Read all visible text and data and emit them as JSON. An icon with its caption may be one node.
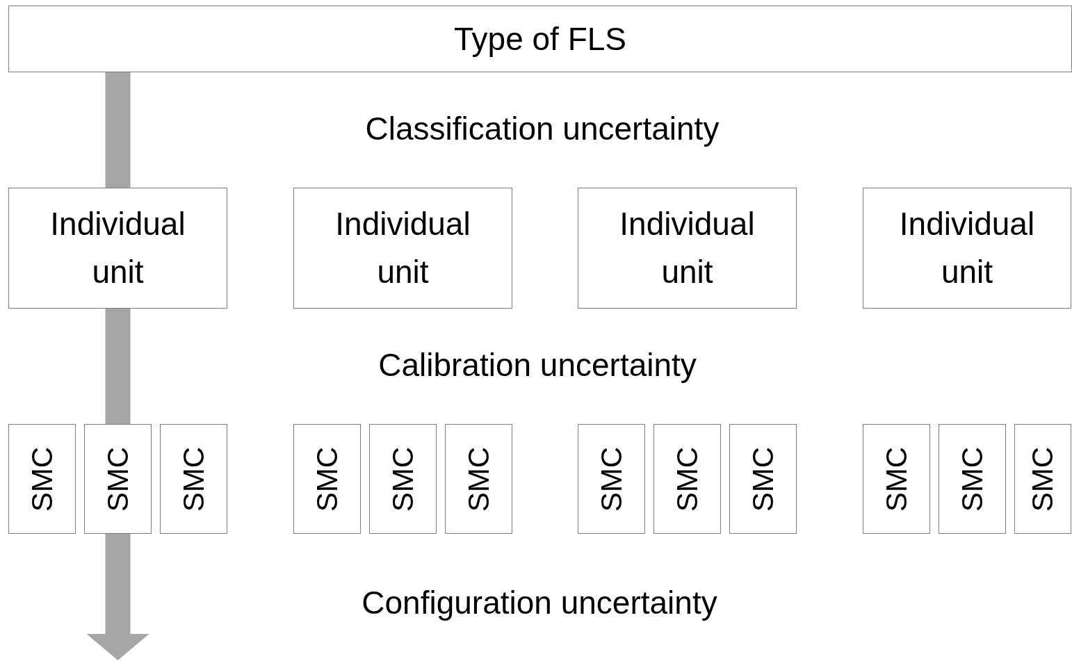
{
  "diagram": {
    "nodes": [
      {
        "text": [
          "Type of FLS"
        ]
      },
      {
        "text": [
          "Individual unit"
        ]
      },
      {
        "text": [
          "Individual unit"
        ]
      },
      {
        "text": [
          "Individual unit"
        ]
      },
      {
        "text": [
          "Individual unit"
        ]
      },
      {
        "text": [
          "SMC"
        ]
      },
      {
        "text": [
          "SMC"
        ]
      },
      {
        "text": [
          "SMC"
        ]
      },
      {
        "text": [
          "SMC"
        ]
      },
      {
        "text": [
          "SMC"
        ]
      },
      {
        "text": [
          "SMC"
        ]
      },
      {
        "text": [
          "SMC"
        ]
      },
      {
        "text": [
          "SMC"
        ]
      },
      {
        "text": [
          "SMC"
        ]
      },
      {
        "text": [
          "SMC"
        ]
      },
      {
        "text": [
          "SMC"
        ]
      },
      {
        "text": [
          "SMC"
        ]
      }
    ],
    "edges": [
      {
        "from": 0,
        "to": 1,
        "arrow": "none"
      },
      {
        "from": 1,
        "to": 6,
        "arrow": "none"
      },
      {
        "from": 6,
        "to": null,
        "arrow": "to"
      }
    ],
    "labels": [
      "Classification uncertainty",
      "Calibration uncertainty",
      "Configuration uncertainty"
    ]
  }
}
